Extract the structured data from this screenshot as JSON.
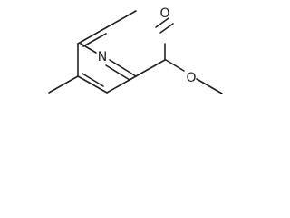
{
  "molecule": {
    "atoms": {
      "ring_nitrogen": "N",
      "carbonyl_oxygen": "O",
      "ester_oxygen": "O"
    },
    "colors": {
      "bond": "#222222",
      "label": "#222222",
      "background": "#ffffff"
    }
  }
}
